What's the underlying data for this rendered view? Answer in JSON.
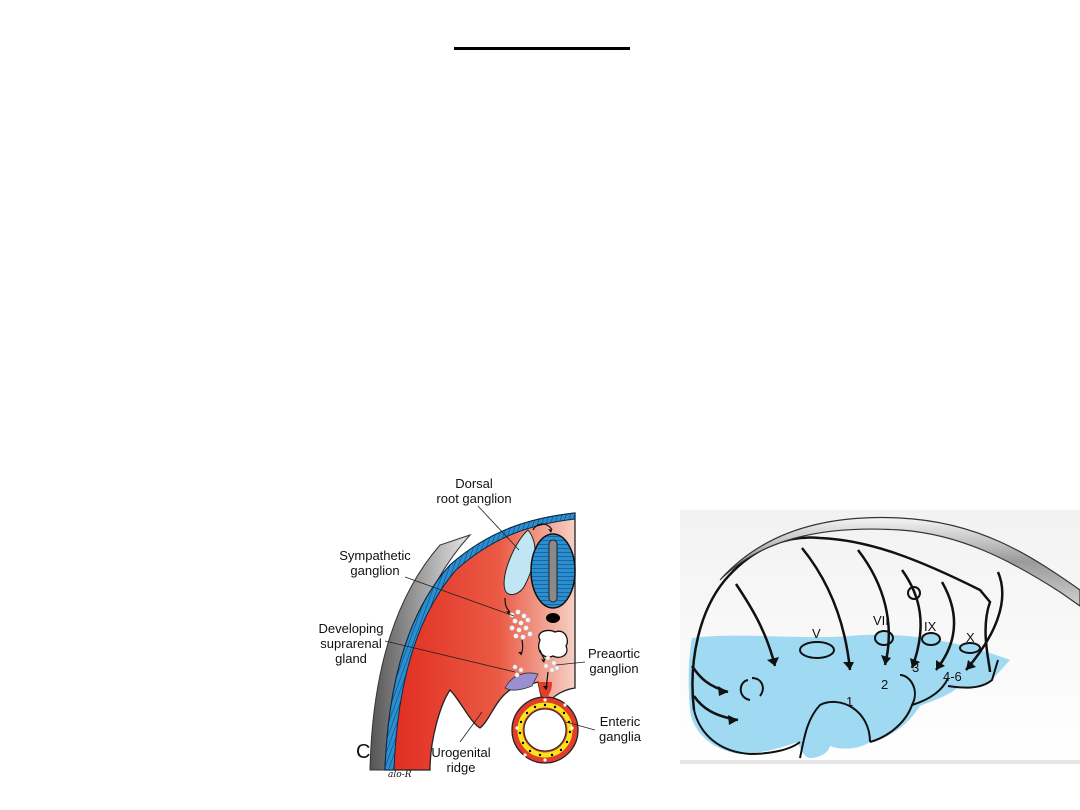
{
  "figure_left": {
    "panel_letter": "C",
    "signature": "alo-R",
    "labels": {
      "dorsal_root_ganglion": [
        "Dorsal",
        "root ganglion"
      ],
      "sympathetic_ganglion": [
        "Sympathetic",
        "ganglion"
      ],
      "developing_suprarenal_gland": [
        "Developing",
        "suprarenal",
        "gland"
      ],
      "preaortic_ganglion": [
        "Preaortic",
        "ganglion"
      ],
      "enteric_ganglia": [
        "Enteric",
        "ganglia"
      ],
      "urogenital_ridge": [
        "Urogenital",
        "ridge"
      ]
    }
  },
  "figure_right": {
    "cranial_nerves": [
      "V",
      "VII",
      "IX",
      "X"
    ],
    "arches": [
      "1",
      "2",
      "3",
      "4-6"
    ]
  },
  "colors": {
    "mesoderm_red": "#e23c2b",
    "ectoderm_blue": "#2a8fd0",
    "crest_light_blue": "#bfe6f2",
    "arch_blue": "#9fd9f2",
    "gut_yellow": "#f5e61a",
    "gland_purple": "#9a8fd0"
  }
}
